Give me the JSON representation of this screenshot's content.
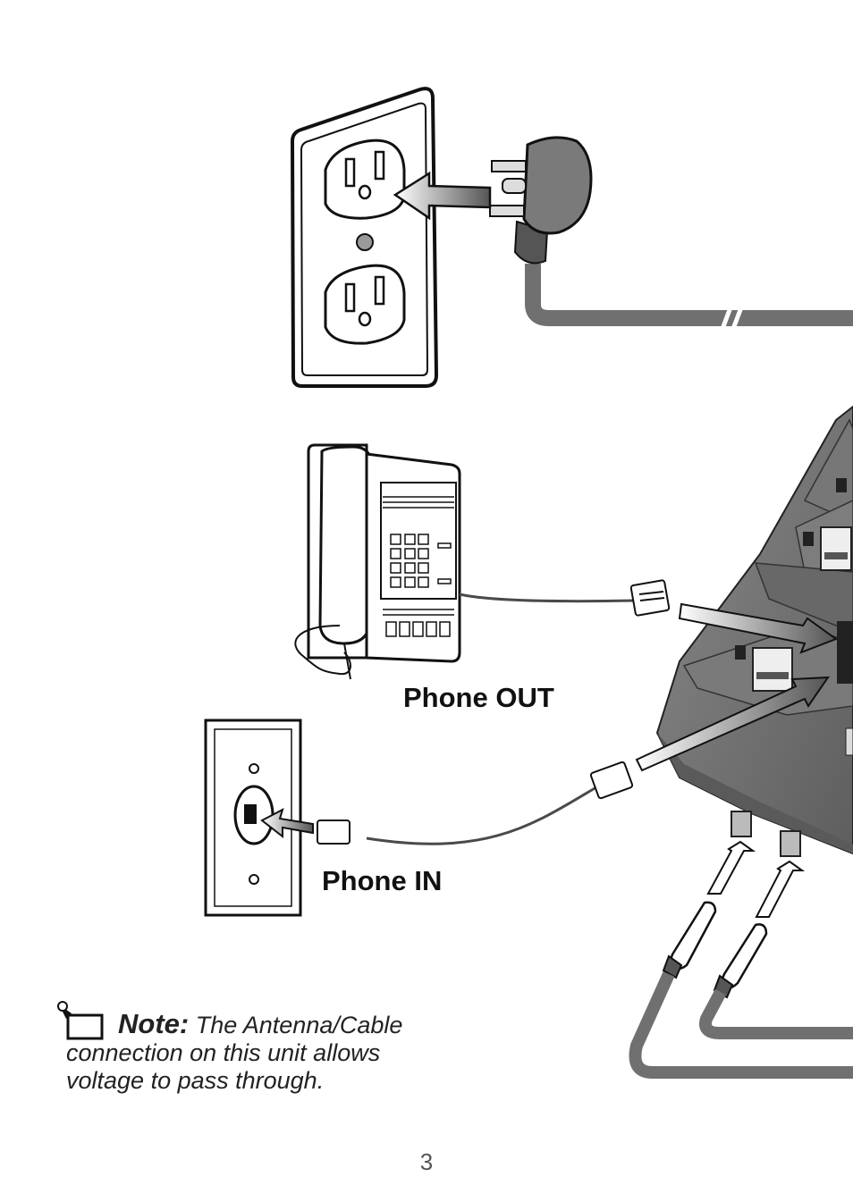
{
  "labels": {
    "phone_out": "Phone OUT",
    "phone_in": "Phone IN"
  },
  "note": {
    "heading": "Note:",
    "first_word": "The",
    "body": " Antenna/Cable connection on this unit allows voltage to pass through."
  },
  "page_number": "3",
  "icons": [
    "wall-outlet-icon",
    "power-plug-icon",
    "telephone-icon",
    "phone-wall-jack-icon",
    "surge-protector-icon",
    "coax-connector-icon",
    "note-pushpin-icon"
  ],
  "colors": {
    "device_gray": "#6f6f6f",
    "cord_gray": "#707070",
    "line": "#111111"
  }
}
